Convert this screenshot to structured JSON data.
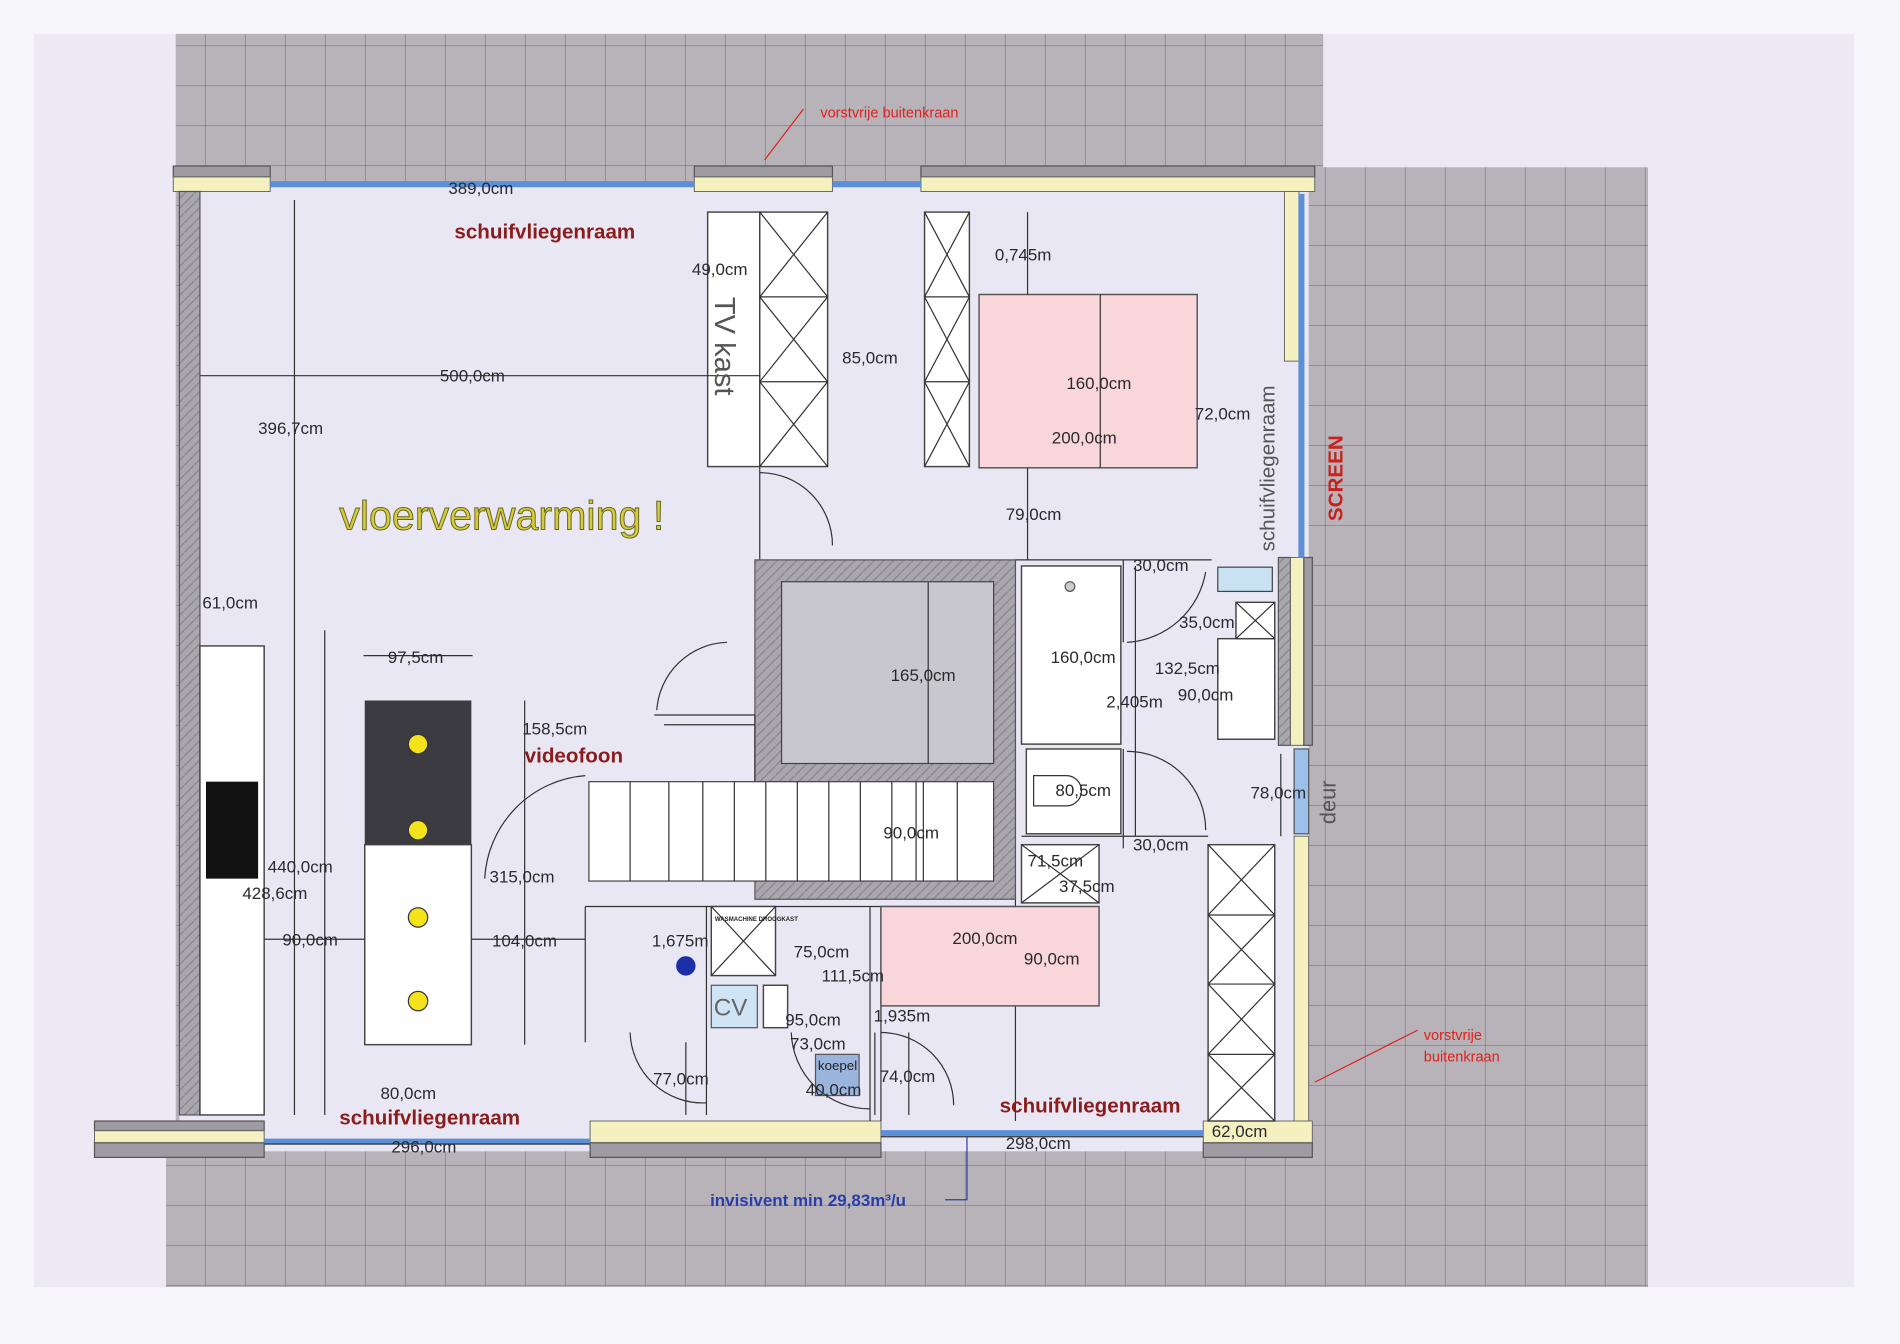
{
  "plan": {
    "notes": {
      "frost_tap_top": "vorstvrije buitenkraan",
      "frost_tap_right_1": "vorstvrije",
      "frost_tap_right_2": "buitenkraan",
      "floor_heating": "vloerverwarming !",
      "videophone": "videofoon",
      "screen": "SCREEN",
      "door": "deur",
      "tv_cabinet": "TV kast",
      "cv": "CV",
      "dome": "koepel",
      "washer": "WASMACHINE DROOGKAST",
      "ventilation": "invisivent min 29,83m³/u",
      "fly_screen_top": "schuifvliegenraam",
      "fly_screen_right": "schuifvliegenraam",
      "fly_screen_bottom_left": "schuifvliegenraam",
      "fly_screen_bottom_right": "schuifvliegenraam"
    },
    "dimensions": {
      "d389": "389,0cm",
      "d49": "49,0cm",
      "d85": "85,0cm",
      "d0745": "0,745m",
      "d160a": "160,0cm",
      "d200a": "200,0cm",
      "d72": "72,0cm",
      "d500": "500,0cm",
      "d3967": "396,7cm",
      "d79": "79,0cm",
      "d30a": "30,0cm",
      "d61": "61,0cm",
      "d35": "35,0cm",
      "d975": "97,5cm",
      "d165": "165,0cm",
      "d160b": "160,0cm",
      "d1325": "132,5cm",
      "d90a": "90,0cm",
      "d2405": "2,405m",
      "d1585": "158,5cm",
      "d805": "80,5cm",
      "d78": "78,0cm",
      "d90b": "90,0cm",
      "d30b": "30,0cm",
      "d715": "71,5cm",
      "d375": "37,5cm",
      "d440": "440,0cm",
      "d4286": "428,6cm",
      "d315": "315,0cm",
      "d1675": "1,675m",
      "d200b": "200,0cm",
      "d90c": "90,0cm",
      "d75": "75,0cm",
      "d1115": "111,5cm",
      "d90d": "90,0cm",
      "d104": "104,0cm",
      "d95": "95,0cm",
      "d73": "73,0cm",
      "d1935": "1,935m",
      "d77": "77,0cm",
      "d40": "40,0cm",
      "d74": "74,0cm",
      "d80": "80,0cm",
      "d296": "296,0cm",
      "d298": "298,0cm",
      "d62": "62,0cm"
    },
    "colors": {
      "paving": "#b5b1b7",
      "interior": "#e9e7f3",
      "bed": "#f8d6da",
      "window": "#5b8fd8",
      "label": "#8b1c1c",
      "note": "#e0201c",
      "heating": "#c9c23a",
      "vent": "#2a3ea8"
    }
  }
}
